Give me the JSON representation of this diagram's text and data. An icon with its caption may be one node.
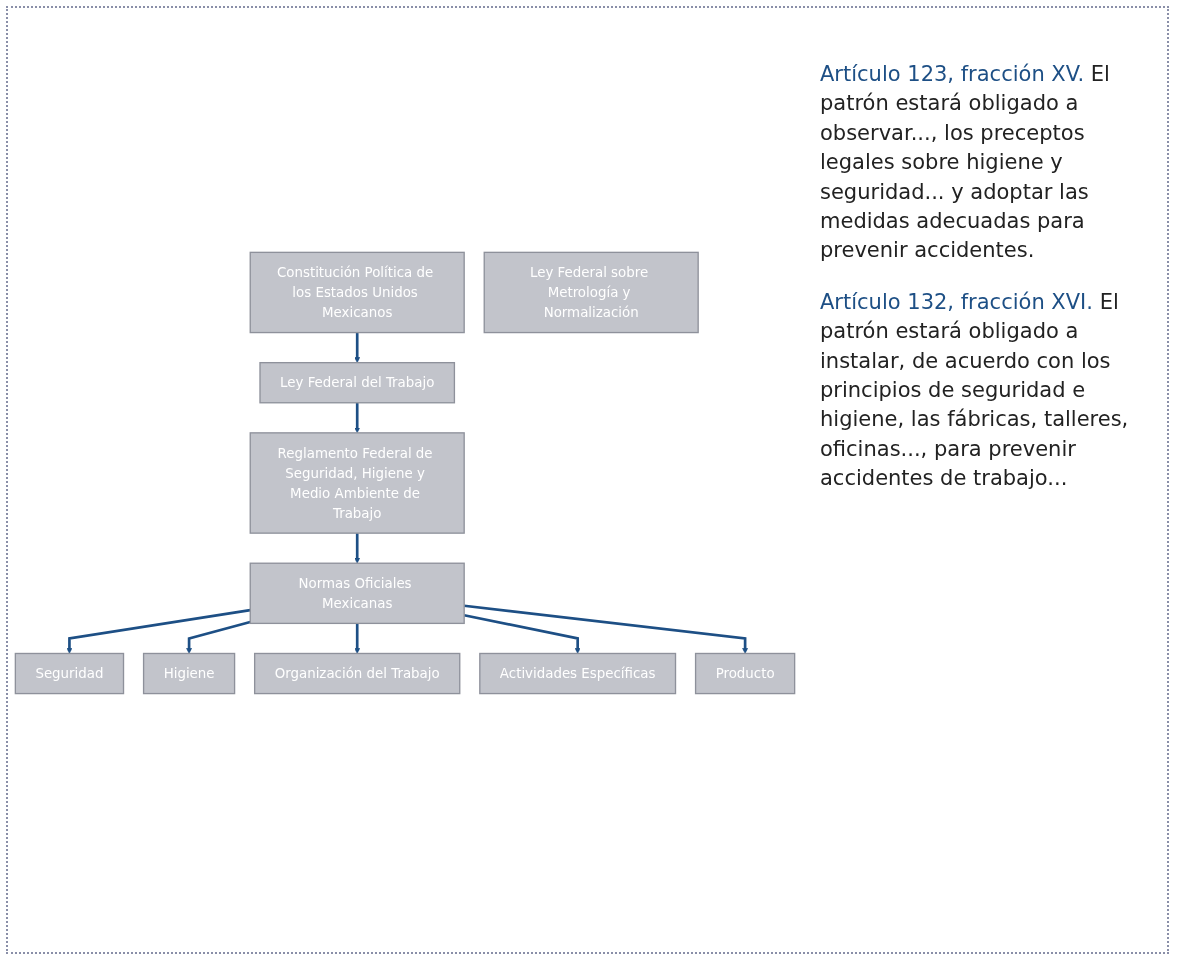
{
  "diagram": {
    "nodes": [
      {
        "text": [
          "Constitución Política de los Estados Unidos Mexicanos"
        ]
      },
      {
        "text": [
          "Ley Federal del Trabajo"
        ]
      },
      {
        "text": [
          "Ley Federal sobre Metrología y Normalización"
        ]
      },
      {
        "text": [
          "Reglamento Federal de Seguridad, Higiene y Medio Ambiente de Trabajo"
        ]
      },
      {
        "text": [
          "Normas Oficiales Mexicanas"
        ]
      },
      {
        "text": [
          "Seguridad"
        ]
      },
      {
        "text": [
          "Higiene"
        ]
      },
      {
        "text": [
          "Organización del Trabajo"
        ]
      },
      {
        "text": [
          "Actividades Específicas"
        ]
      },
      {
        "text": [
          "Producto"
        ]
      }
    ],
    "edges": [
      {
        "from": 0,
        "to": 1,
        "arrow": "to"
      },
      {
        "from": 1,
        "to": 3,
        "arrow": "to"
      },
      {
        "from": 3,
        "to": 4,
        "arrow": "to"
      },
      {
        "from": 4,
        "to": 5,
        "arrow": "to"
      },
      {
        "from": 4,
        "to": 6,
        "arrow": "to"
      },
      {
        "from": 4,
        "to": 7,
        "arrow": "to"
      },
      {
        "from": 4,
        "to": 8,
        "arrow": "to"
      },
      {
        "from": 4,
        "to": 9,
        "arrow": "to"
      }
    ],
    "labels": [
      "Artículo 123, fracción XV.",
      "El patrón estará obligado a observar..., los preceptos legales sobre higiene y seguridad... y adoptar las medidas adecuadas para prevenir accidentes.",
      "Artículo 132, fracción XVI.",
      "El patrón estará obligado a instalar, de acuerdo con los principios de seguridad e higiene, las fábricas, talleres, oficinas..., para prevenir accidentes de trabajo..."
    ]
  }
}
